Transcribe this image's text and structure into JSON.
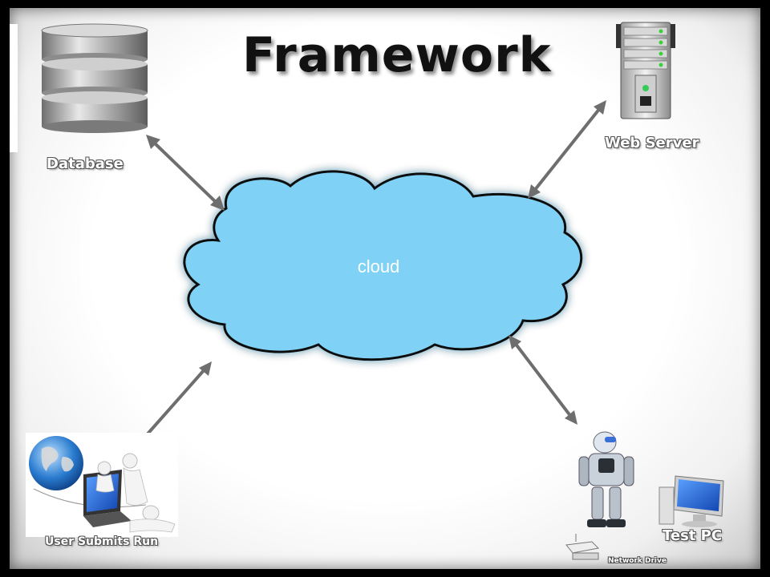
{
  "title": "Framework",
  "cloud_label": "cloud",
  "nodes": {
    "database": "Database",
    "web_server": "Web Server",
    "user": "User Submits Run",
    "test_pc": "Test PC",
    "network_drive": "Network Drive"
  },
  "colors": {
    "cloud_fill": "#7fd2f5",
    "arrow": "#6e6e6e",
    "background": "#ffffff",
    "frame": "#000000"
  },
  "icons": [
    "database-icon",
    "server-icon",
    "globe-laptop-icon",
    "robot-icon",
    "monitor-icon",
    "network-drive-icon"
  ]
}
